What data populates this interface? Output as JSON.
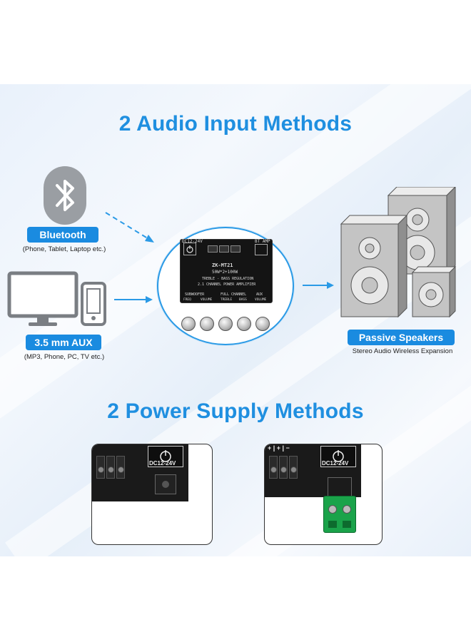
{
  "section1": {
    "title": "2 Audio Input Methods"
  },
  "bluetooth": {
    "label": "Bluetooth",
    "caption": "(Phone, Tablet, Laptop etc.)",
    "icon": "bluetooth-icon"
  },
  "aux": {
    "label": "3.5 mm AUX",
    "caption": "(MP3, Phone, PC, TV etc.)",
    "icons": [
      "monitor-icon",
      "phone-icon"
    ]
  },
  "amplifier": {
    "model": "ZK-MT21",
    "spec": "50W*2+100W",
    "line1": "TREBLE - BASS REGULATION",
    "line2": "2.1 CHANNEL POWER AMPLIFIER",
    "sub_label": "SUBWOOFER",
    "full_label": "FULL CHANNEL",
    "aux_label": "AUX",
    "knob_labels": [
      "FREQ",
      "VOLUME",
      "TREBLE",
      "BASS",
      "VOLUME"
    ],
    "power_label": "DC12-24V",
    "bt_label": "BT AMP"
  },
  "speakers": {
    "label": "Passive Speakers",
    "caption": "Stereo Audio Wireless Expansion"
  },
  "section2": {
    "title": "2 Power Supply Methods"
  },
  "power_photos": [
    {
      "dc_label": "DC12-24V"
    },
    {
      "dc_label": "DC12-24V",
      "terminal_signs": "+ | + | −"
    }
  ],
  "colors": {
    "accent": "#1f8fe0",
    "pill": "#1a8be0",
    "arrow": "#2a9ae6"
  }
}
